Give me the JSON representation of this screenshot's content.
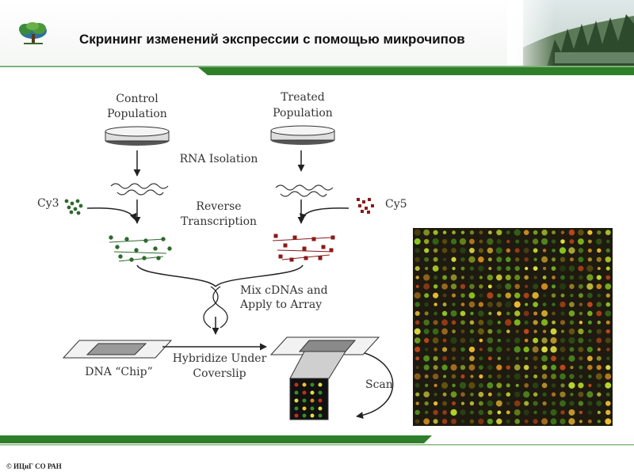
{
  "slide": {
    "title": "Скрининг изменений экспрессии с помощью микрочипов",
    "footer": "© ИЦиГ СО РАН",
    "accent_color": "#2f7f2a"
  },
  "diagram": {
    "control_label_line1": "Control",
    "control_label_line2": "Population",
    "treated_label_line1": "Treated",
    "treated_label_line2": "Population",
    "rna_isolation": "RNA Isolation",
    "cy3": "Cy3",
    "cy5": "Cy5",
    "reverse_line1": "Reverse",
    "reverse_line2": "Transcription",
    "mix_line1": "Mix cDNAs and",
    "mix_line2": "Apply to Array",
    "hybridize_line1": "Hybridize Under",
    "hybridize_line2": "Coverslip",
    "dna_chip": "DNA “Chip”",
    "scan": "Scan"
  },
  "microarray": {
    "rows": 22,
    "cols": 22,
    "colors": [
      "#3a7a18",
      "#5aa020",
      "#8cc820",
      "#b8d828",
      "#e0e040",
      "#f0c030",
      "#d08a20",
      "#c04818",
      "#6a5a10",
      "#2c4a14"
    ]
  }
}
